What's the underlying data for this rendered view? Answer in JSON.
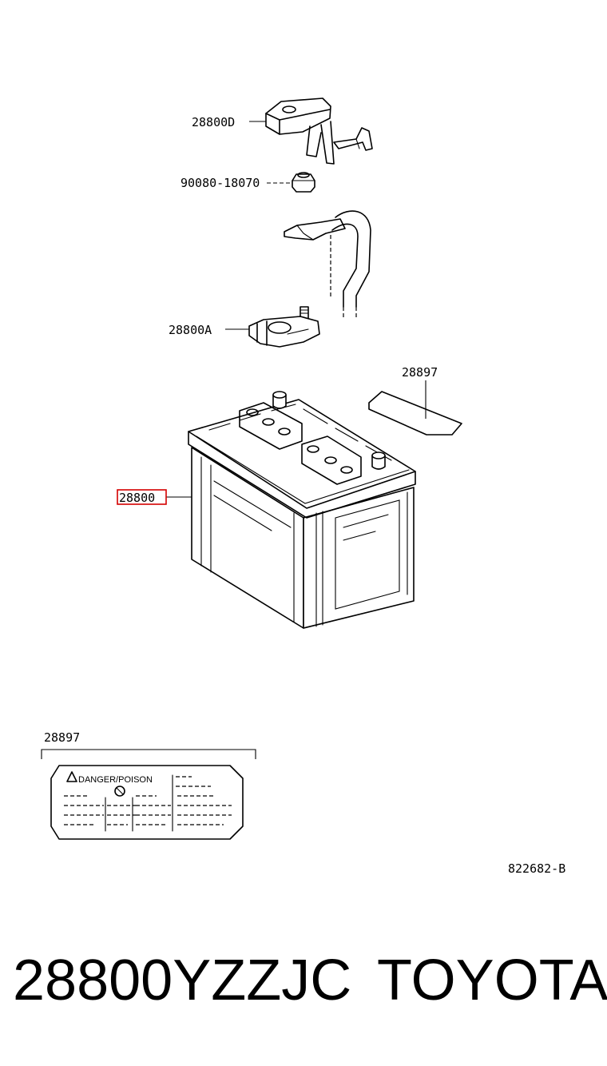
{
  "callouts": {
    "terminal_cover": "28800D",
    "nut": "90080-18070",
    "terminal": "28800A",
    "label_top": "28897",
    "battery": "28800",
    "label_detail": "28897"
  },
  "detail_label": {
    "warning_text": "DANGER/POISON"
  },
  "diagram_id": "822682-B",
  "footer": {
    "part_number": "28800YZZJC",
    "brand": "TOYOTA"
  },
  "colors": {
    "highlight": "#d40000",
    "line": "#000000",
    "background": "#ffffff"
  }
}
